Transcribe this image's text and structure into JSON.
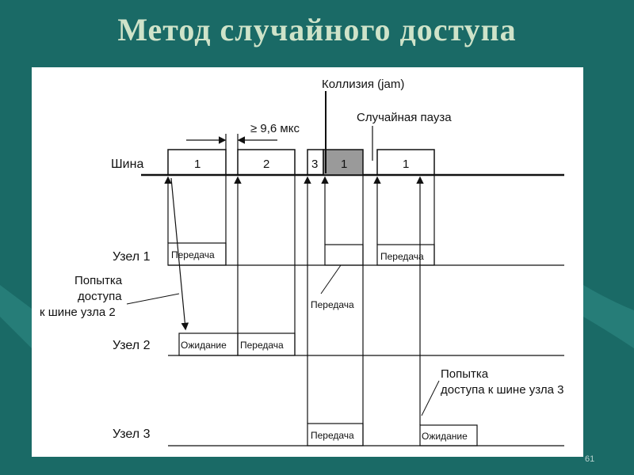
{
  "title": "Метод случайного доступа",
  "page_number": "61",
  "annotations": {
    "collision": "Коллизия (jam)",
    "gap": "≥ 9,6 мкс",
    "random_pause": "Случайная пауза",
    "node2_attempt": [
      "Попытка",
      "доступа",
      "к шине узла 2"
    ],
    "node3_attempt": [
      "Попытка",
      "доступа к шине узла 3"
    ]
  },
  "bus": {
    "label": "Шина",
    "frames": [
      "1",
      "2",
      "3",
      "1",
      "1"
    ]
  },
  "nodes": [
    {
      "label": "Узел 1",
      "states": [
        "Передача",
        "Передача"
      ],
      "floating": "Передача"
    },
    {
      "label": "Узел 2",
      "states": [
        "Ожидание",
        "Передача"
      ]
    },
    {
      "label": "Узел 3",
      "states": [
        "Передача",
        "Ожидание"
      ]
    }
  ],
  "colors": {
    "background": "#1a6a66",
    "title": "#cfe3c9",
    "collision_fill": "#9a9a9a"
  }
}
